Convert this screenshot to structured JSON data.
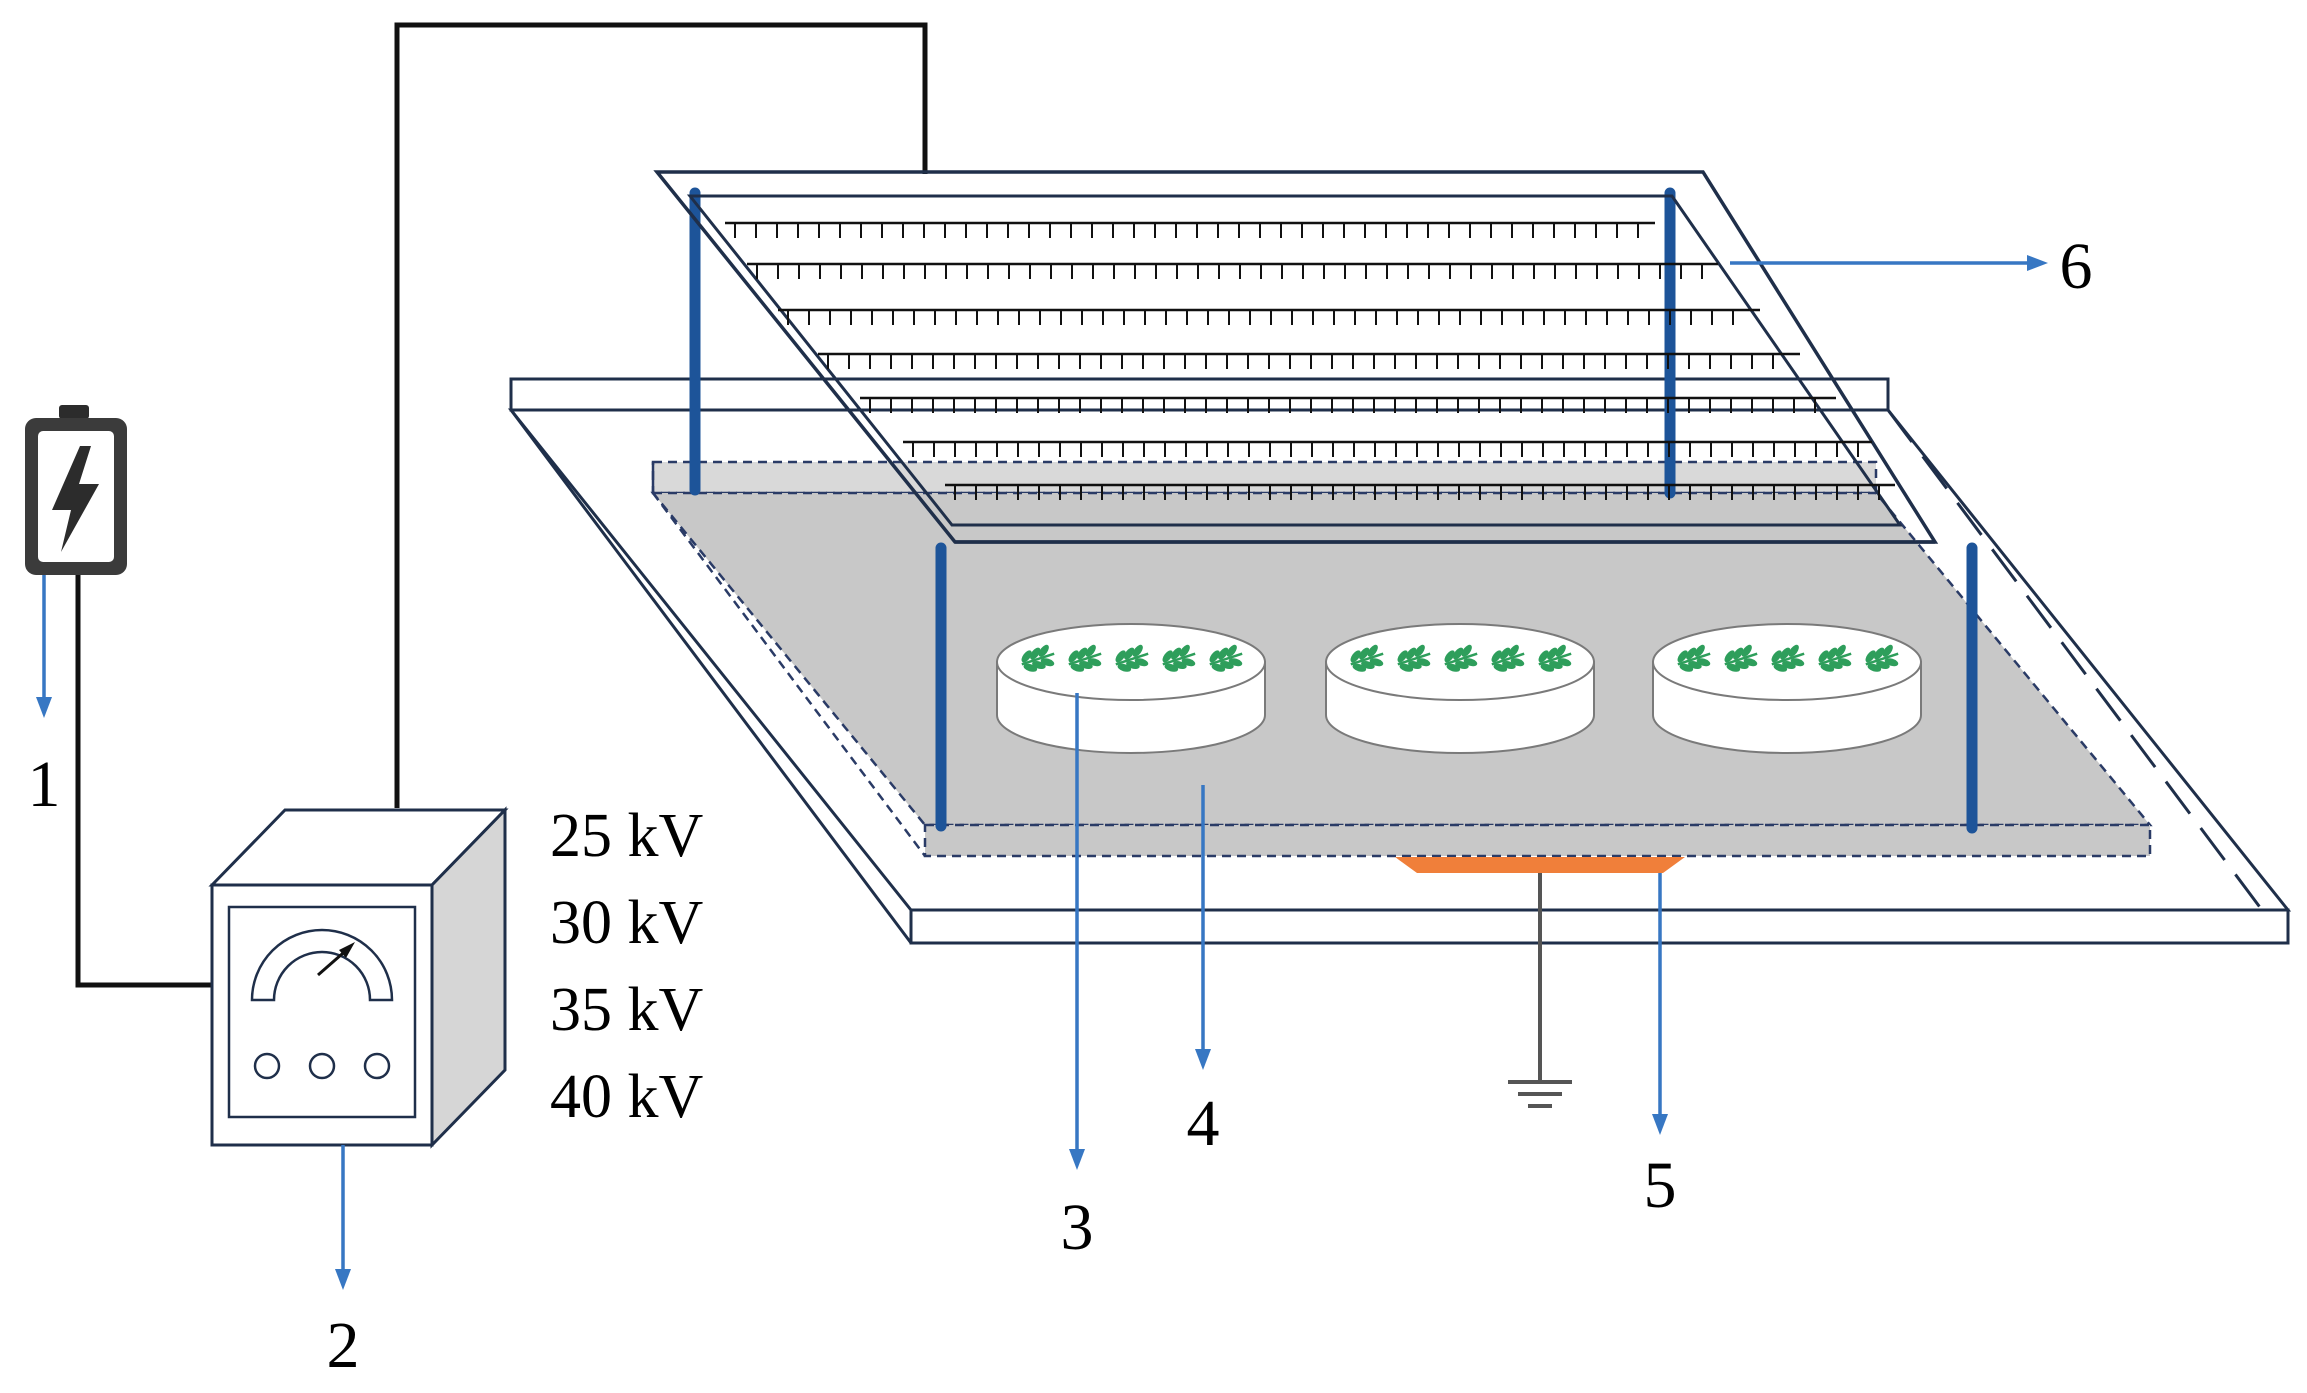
{
  "diagram": {
    "callout_labels": [
      "1",
      "2",
      "3",
      "4",
      "5",
      "6"
    ],
    "voltage_levels": [
      "25 kV",
      "30 kV",
      "35 kV",
      "40 kV"
    ],
    "colors": {
      "outline": "#1f2f4a",
      "wire": "#111111",
      "pillar": "#1d5499",
      "callout_arrow": "#3777c3",
      "ground_plate": "#f07f3a",
      "platform_fill": "#c8c8c8",
      "panel_fill": "#ffffff",
      "leaf": "#2e9e5b",
      "ground_wire": "#555555",
      "box_side": "#d6d6d6"
    },
    "components": {
      "power_source": "battery-with-lightning-icon",
      "generator": "high-voltage-generator-with-meter",
      "samples": "petri-dish-with-seedlings",
      "sample_count": 3,
      "ground_symbol": "earth-ground-icon",
      "electrode": "multi-needle-electrode-frame"
    }
  }
}
